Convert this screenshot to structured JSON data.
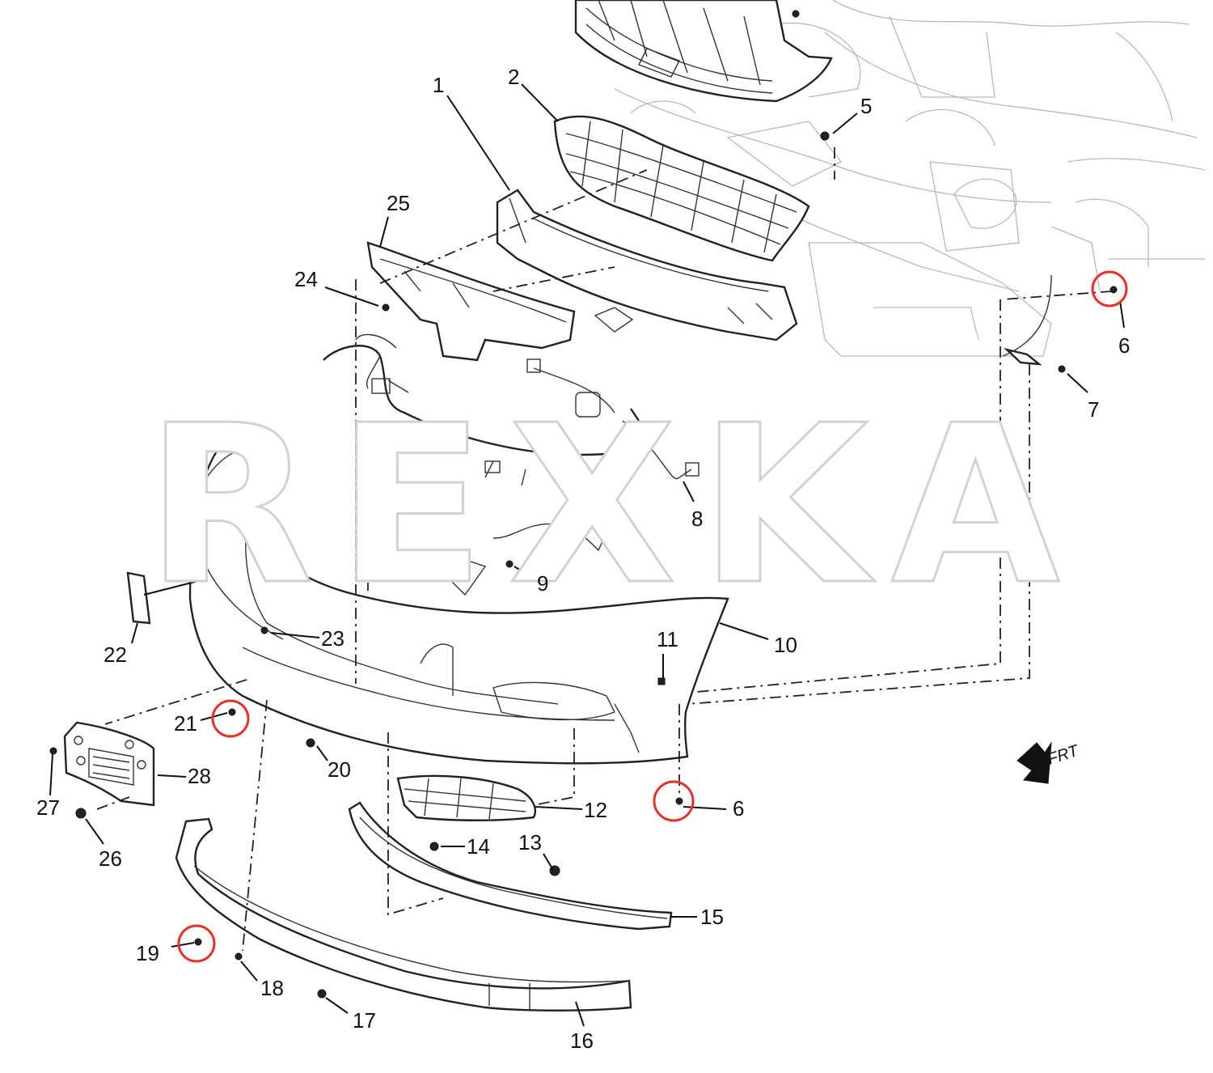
{
  "watermark": "REXKA",
  "orientation": {
    "label": "FRT"
  },
  "highlight_color": "#e8302a",
  "callouts": [
    {
      "id": "c1",
      "text": "1"
    },
    {
      "id": "c2",
      "text": "2"
    },
    {
      "id": "c5",
      "text": "5"
    },
    {
      "id": "c6a",
      "text": "6"
    },
    {
      "id": "c6b",
      "text": "6"
    },
    {
      "id": "c7",
      "text": "7"
    },
    {
      "id": "c8",
      "text": "8"
    },
    {
      "id": "c9",
      "text": "9"
    },
    {
      "id": "c10",
      "text": "10"
    },
    {
      "id": "c11",
      "text": "11"
    },
    {
      "id": "c12",
      "text": "12"
    },
    {
      "id": "c13",
      "text": "13"
    },
    {
      "id": "c14",
      "text": "14"
    },
    {
      "id": "c15",
      "text": "15"
    },
    {
      "id": "c16",
      "text": "16"
    },
    {
      "id": "c17",
      "text": "17"
    },
    {
      "id": "c18",
      "text": "18"
    },
    {
      "id": "c19",
      "text": "19"
    },
    {
      "id": "c20",
      "text": "20"
    },
    {
      "id": "c21",
      "text": "21"
    },
    {
      "id": "c22",
      "text": "22"
    },
    {
      "id": "c23",
      "text": "23"
    },
    {
      "id": "c24",
      "text": "24"
    },
    {
      "id": "c25",
      "text": "25"
    },
    {
      "id": "c26",
      "text": "26"
    },
    {
      "id": "c27",
      "text": "27"
    },
    {
      "id": "c28",
      "text": "28"
    }
  ],
  "highlighted_callouts": [
    "6",
    "21",
    "19"
  ]
}
